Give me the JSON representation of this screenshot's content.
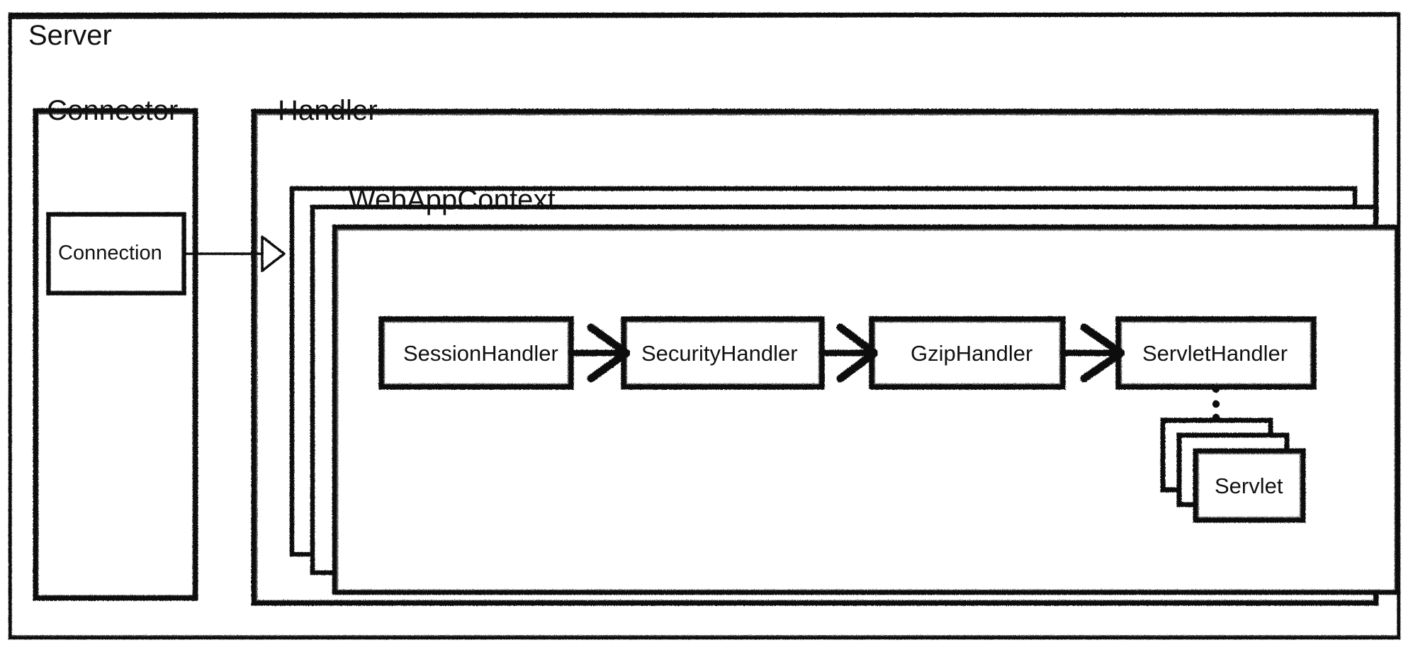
{
  "diagram": {
    "title": "Server",
    "style": "hand-drawn sketch",
    "stroke_color": "#111111",
    "background_color": "#ffffff"
  },
  "server": {
    "label": "Server"
  },
  "connector": {
    "label": "Connector",
    "connection": {
      "label": "Connection"
    }
  },
  "handler": {
    "label": "Handler",
    "webappcontext": {
      "label": "WebAppContext",
      "stack_count": 3,
      "pipeline": [
        {
          "label": "SessionHandler"
        },
        {
          "label": "SecurityHandler"
        },
        {
          "label": "GzipHandler"
        },
        {
          "label": "ServletHandler"
        }
      ],
      "ellipsis": "⋮",
      "servlet": {
        "label": "Servlet",
        "stack_count": 3
      }
    }
  },
  "arrows": {
    "connection_to_handler": {
      "from": "Connection",
      "to": "Handler",
      "head": "hollow-triangle"
    },
    "session_to_security": {
      "from": "SessionHandler",
      "to": "SecurityHandler",
      "head": "open"
    },
    "security_to_gzip": {
      "from": "SecurityHandler",
      "to": "GzipHandler",
      "head": "open"
    },
    "gzip_to_servlet": {
      "from": "GzipHandler",
      "to": "ServletHandler",
      "head": "open"
    },
    "servlethandler_to_servlet": {
      "from": "ServletHandler",
      "to": "Servlet",
      "head": "dotted"
    }
  },
  "chart_data": {
    "type": "diagram",
    "title": "Server",
    "nodes": [
      {
        "id": "server",
        "label": "Server",
        "parent": null,
        "kind": "container"
      },
      {
        "id": "connector",
        "label": "Connector",
        "parent": "server",
        "kind": "container"
      },
      {
        "id": "connection",
        "label": "Connection",
        "parent": "connector",
        "kind": "box"
      },
      {
        "id": "handler",
        "label": "Handler",
        "parent": "server",
        "kind": "container"
      },
      {
        "id": "webappcontext",
        "label": "WebAppContext",
        "parent": "handler",
        "kind": "stacked-container",
        "stack": 3
      },
      {
        "id": "sessionhandler",
        "label": "SessionHandler",
        "parent": "webappcontext",
        "kind": "box"
      },
      {
        "id": "securityhandler",
        "label": "SecurityHandler",
        "parent": "webappcontext",
        "kind": "box"
      },
      {
        "id": "gziphandler",
        "label": "GzipHandler",
        "parent": "webappcontext",
        "kind": "box"
      },
      {
        "id": "servlethandler",
        "label": "ServletHandler",
        "parent": "webappcontext",
        "kind": "box"
      },
      {
        "id": "servlet",
        "label": "Servlet",
        "parent": "webappcontext",
        "kind": "stacked-box",
        "stack": 3
      }
    ],
    "edges": [
      {
        "from": "connection",
        "to": "handler",
        "style": "solid",
        "arrowhead": "hollow-triangle"
      },
      {
        "from": "sessionhandler",
        "to": "securityhandler",
        "style": "solid",
        "arrowhead": "open"
      },
      {
        "from": "securityhandler",
        "to": "gziphandler",
        "style": "solid",
        "arrowhead": "open"
      },
      {
        "from": "gziphandler",
        "to": "servlethandler",
        "style": "solid",
        "arrowhead": "open"
      },
      {
        "from": "servlethandler",
        "to": "servlet",
        "style": "dotted",
        "arrowhead": "none"
      }
    ]
  }
}
